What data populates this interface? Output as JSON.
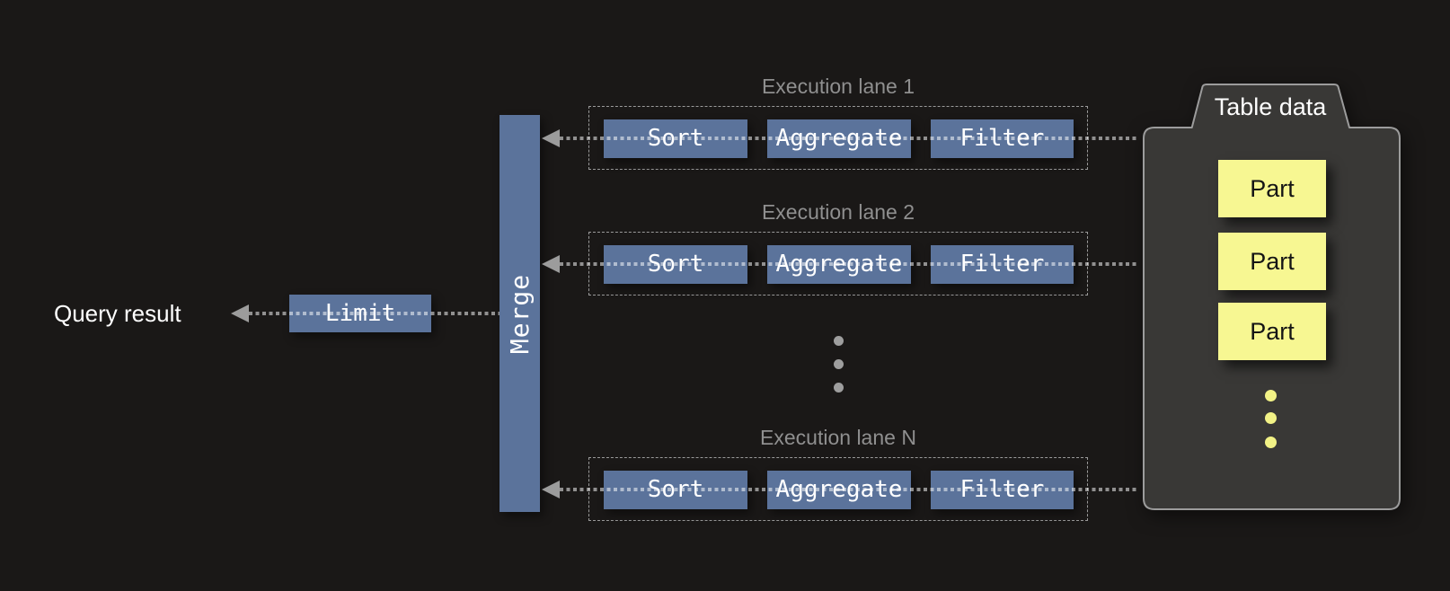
{
  "diagram": {
    "query_result_label": "Query result",
    "limit_label": "Limit",
    "merge_label": "Merge",
    "lanes": [
      {
        "title": "Execution lane 1",
        "operators": [
          "Sort",
          "Aggregate",
          "Filter"
        ]
      },
      {
        "title": "Execution lane 2",
        "operators": [
          "Sort",
          "Aggregate",
          "Filter"
        ]
      },
      {
        "title": "Execution lane N",
        "operators": [
          "Sort",
          "Aggregate",
          "Filter"
        ]
      }
    ],
    "more_lanes_ellipsis_dots": 3,
    "table_data": {
      "title": "Table data",
      "parts": [
        "Part",
        "Part",
        "Part"
      ],
      "more_parts_ellipsis_dots": 3
    },
    "colors": {
      "background": "#1a1817",
      "operator_box_blue": "#5b739b",
      "panel_gray": "#393836",
      "panel_border_gray": "#9c9c9c",
      "part_yellow": "#f7f792",
      "ellipsis_yellow": "#f2f286",
      "ellipsis_gray": "#9e9e9e",
      "lane_title_gray": "#8f8f8f",
      "text_white": "#ffffff",
      "flow_line_gray": "#8c8c8c"
    }
  }
}
